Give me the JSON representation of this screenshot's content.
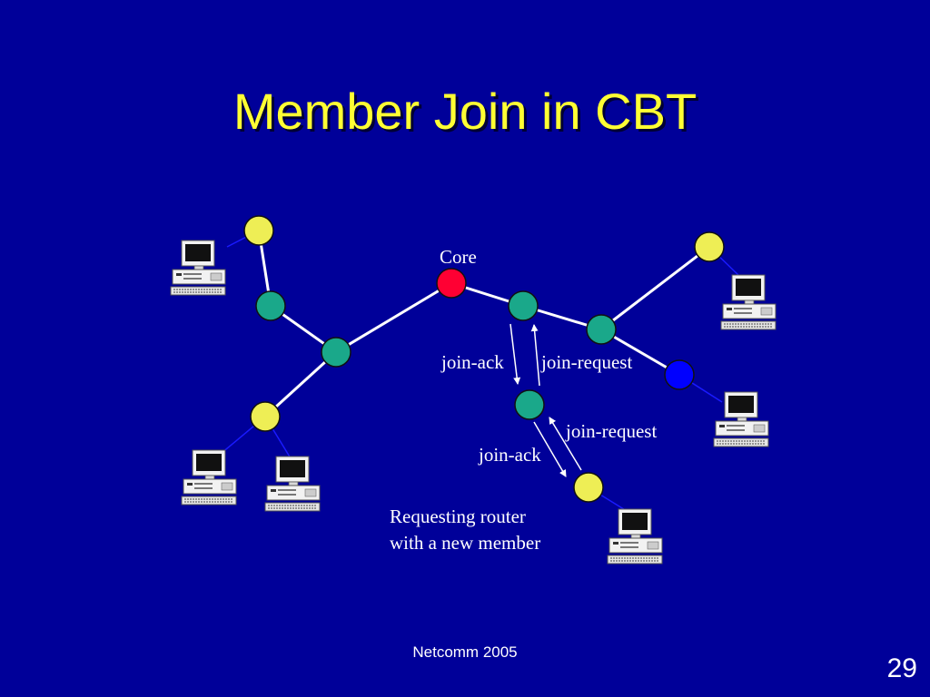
{
  "slide": {
    "title": "Member Join in CBT",
    "footer": "Netcomm 2005",
    "page_number": "29"
  },
  "labels": {
    "core": "Core",
    "join_ack_top": "join-ack",
    "join_request_top": "join-request",
    "join_request_bottom": "join-request",
    "join_ack_bottom": "join-ack",
    "requesting_line1": "Requesting router",
    "requesting_line2": "with a new member"
  },
  "colors": {
    "background": "#000099",
    "title": "#ffff33",
    "core_router": "#ff0033",
    "tree_router": "#1aa88a",
    "member_router": "#eeee55",
    "off_tree_router": "#0000ff",
    "link": "#ffffff",
    "host_link": "#1a1aff"
  },
  "icons": {
    "host": "desktop-computer-icon"
  }
}
